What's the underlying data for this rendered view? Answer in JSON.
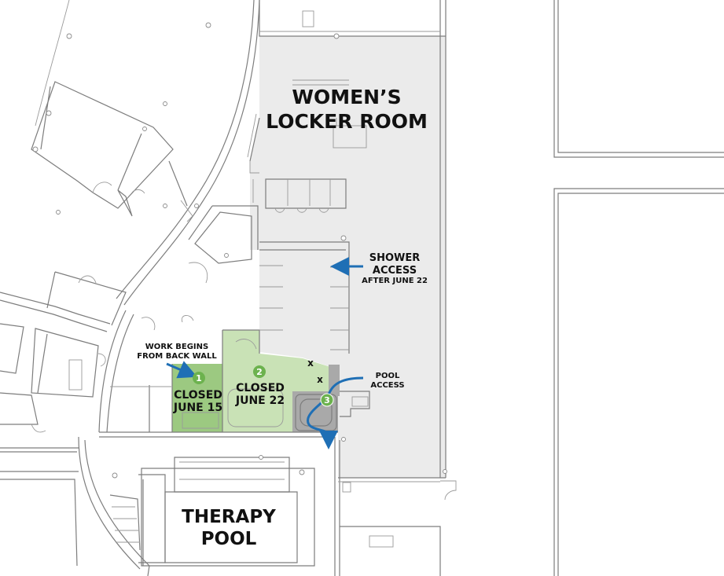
{
  "rooms": {
    "lockerRoom": {
      "line1": "WOMEN’S",
      "line2": "LOCKER ROOM"
    },
    "therapyPool": {
      "line1": "THERAPY",
      "line2": "POOL"
    }
  },
  "notes": {
    "work": {
      "line1": "WORK BEGINS",
      "line2": "FROM BACK WALL"
    },
    "shower": {
      "line1": "SHOWER",
      "line2": "ACCESS",
      "line3": "AFTER JUNE 22"
    },
    "pool": {
      "line1": "POOL",
      "line2": "ACCESS"
    }
  },
  "zones": [
    {
      "number": "1",
      "line1": "CLOSED",
      "line2": "JUNE 15"
    },
    {
      "number": "2",
      "line1": "CLOSED",
      "line2": "JUNE 22"
    },
    {
      "number": "3"
    }
  ],
  "marks": {
    "x": "x"
  },
  "colors": {
    "lockerFill": "#ebebeb",
    "zone1Fill": "#9cc981",
    "zone2Fill": "#c9e2b6",
    "zone3Fill": "#a9a9a9",
    "badgeGreen": "#6cb24e",
    "arrowBlue": "#1f6fb5",
    "wall": "#7d7d7d"
  },
  "icons": [
    "arrow-icon",
    "curved-arrow-icon"
  ]
}
